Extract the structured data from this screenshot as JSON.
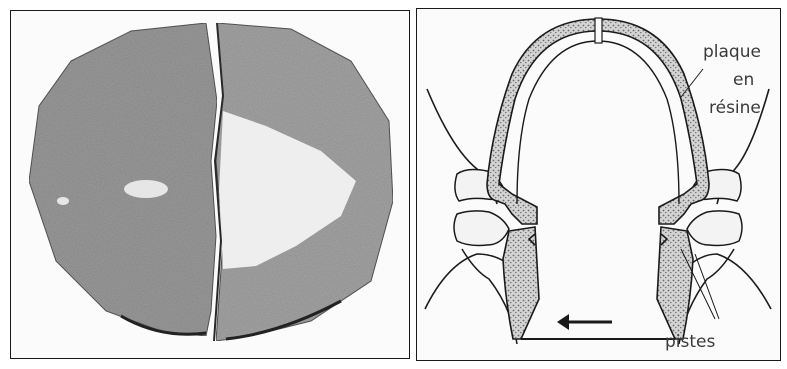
{
  "labels": {
    "plaque": "plaque",
    "en": "en",
    "resine": "résine",
    "pistes": "pistes"
  },
  "icons": {
    "direction_arrow": "left-arrow-icon"
  },
  "colors": {
    "ink": "#1a1a1a",
    "resin_fill": "#c9c9c9",
    "photo_light": "#f2f2f2",
    "photo_gray": "#8a8a8a"
  }
}
